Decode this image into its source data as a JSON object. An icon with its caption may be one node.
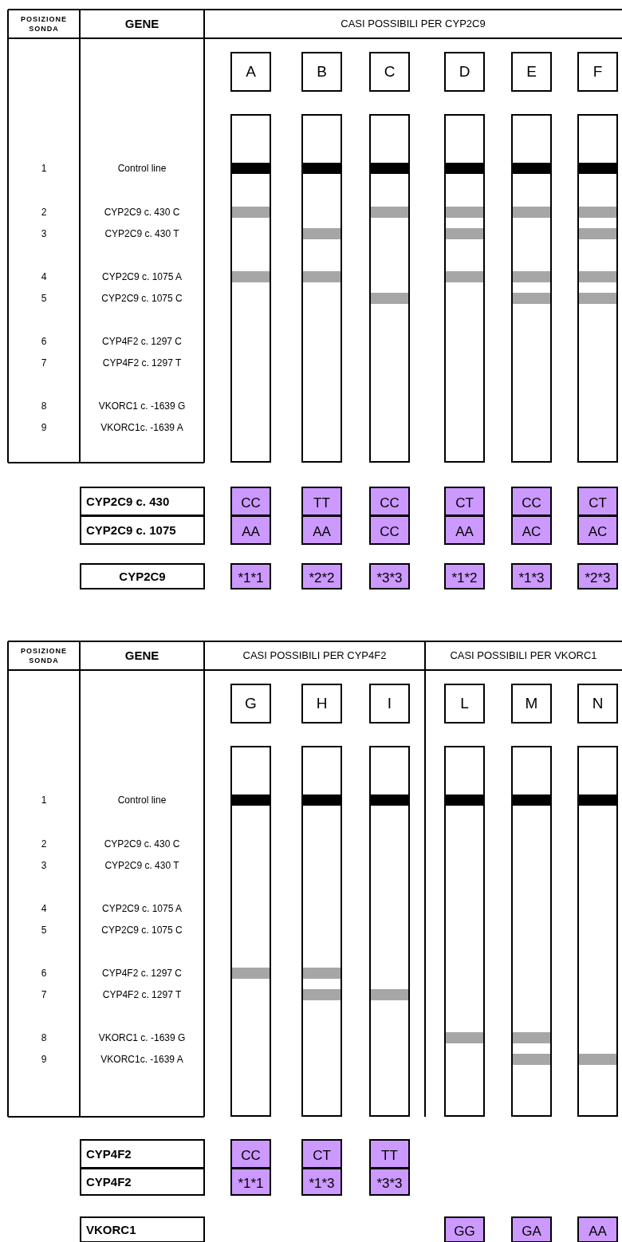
{
  "diagram": {
    "nodes": [
      {
        "text": [
          "A"
        ]
      },
      {
        "text": [
          "B"
        ]
      },
      {
        "text": [
          "C"
        ]
      },
      {
        "text": [
          "D"
        ]
      },
      {
        "text": [
          "E"
        ]
      },
      {
        "text": [
          "F"
        ]
      },
      {
        "text": [],
        "shape": "bar"
      },
      {
        "text": [],
        "shape": "bar",
        "in": 6
      },
      {
        "text": [],
        "shape": "bar",
        "in": 6
      },
      {
        "text": [],
        "shape": "bar",
        "in": 6
      },
      {
        "text": [],
        "shape": "bar"
      },
      {
        "text": [],
        "shape": "bar",
        "in": 10
      },
      {
        "text": [],
        "shape": "bar",
        "in": 10
      },
      {
        "text": [],
        "shape": "bar",
        "in": 10
      },
      {
        "text": [],
        "shape": "bar"
      },
      {
        "text": [],
        "shape": "bar",
        "in": 14
      },
      {
        "text": [],
        "shape": "bar",
        "in": 14
      },
      {
        "text": [],
        "shape": "bar",
        "in": 14
      },
      {
        "text": [],
        "shape": "bar"
      },
      {
        "text": [],
        "shape": "bar",
        "in": 18
      },
      {
        "text": [],
        "shape": "bar",
        "in": 18
      },
      {
        "text": [],
        "shape": "bar",
        "in": 18
      },
      {
        "text": [],
        "shape": "bar",
        "in": 18
      },
      {
        "text": [],
        "shape": "bar"
      },
      {
        "text": [],
        "shape": "bar",
        "in": 23
      },
      {
        "text": [],
        "shape": "bar",
        "in": 23
      },
      {
        "text": [],
        "shape": "bar",
        "in": 23
      },
      {
        "text": [],
        "shape": "bar",
        "in": 23
      },
      {
        "text": [],
        "shape": "bar"
      },
      {
        "text": [],
        "shape": "bar",
        "in": 28
      },
      {
        "text": [],
        "shape": "bar",
        "in": 28
      },
      {
        "text": [],
        "shape": "bar",
        "in": 28
      },
      {
        "text": [],
        "shape": "bar",
        "in": 28
      },
      {
        "text": [],
        "shape": "bar",
        "in": 28
      },
      {
        "text": [
          "CYP2C9 c. 430"
        ]
      },
      {
        "text": [
          "CC"
        ]
      },
      {
        "text": [
          "TT"
        ]
      },
      {
        "text": [
          "CC"
        ]
      },
      {
        "text": [
          "CT"
        ]
      },
      {
        "text": [
          "CC"
        ]
      },
      {
        "text": [
          "CT"
        ]
      },
      {
        "text": [
          "CYP2C9 c. 1075"
        ]
      },
      {
        "text": [
          "AA"
        ]
      },
      {
        "text": [
          "AA"
        ]
      },
      {
        "text": [
          "CC"
        ]
      },
      {
        "text": [
          "AA"
        ]
      },
      {
        "text": [
          "AC"
        ]
      },
      {
        "text": [
          "AC"
        ]
      },
      {
        "text": [
          "CYP2C9"
        ]
      },
      {
        "text": [
          "*1*1"
        ]
      },
      {
        "text": [
          "*2*2"
        ]
      },
      {
        "text": [
          "*3*3"
        ]
      },
      {
        "text": [
          "*1*2"
        ]
      },
      {
        "text": [
          "*1*3"
        ]
      },
      {
        "text": [
          "*2*3"
        ]
      },
      {
        "text": [
          "G"
        ]
      },
      {
        "text": [
          "H"
        ]
      },
      {
        "text": [
          "I"
        ]
      },
      {
        "text": [
          "L"
        ]
      },
      {
        "text": [
          "M"
        ]
      },
      {
        "text": [
          "N"
        ]
      },
      {
        "text": [],
        "shape": "bar"
      },
      {
        "text": [],
        "shape": "bar",
        "in": 61
      },
      {
        "text": [],
        "shape": "bar",
        "in": 61
      },
      {
        "text": [],
        "shape": "bar"
      },
      {
        "text": [],
        "shape": "bar",
        "in": 64
      },
      {
        "text": [],
        "shape": "bar",
        "in": 64
      },
      {
        "text": [],
        "shape": "bar",
        "in": 64
      },
      {
        "text": [],
        "shape": "bar"
      },
      {
        "text": [],
        "shape": "bar",
        "in": 68
      },
      {
        "text": [],
        "shape": "bar",
        "in": 68
      },
      {
        "text": [],
        "shape": "bar"
      },
      {
        "text": [],
        "shape": "bar",
        "in": 71
      },
      {
        "text": [],
        "shape": "bar",
        "in": 71
      },
      {
        "text": [],
        "shape": "bar"
      },
      {
        "text": [],
        "shape": "bar",
        "in": 74
      },
      {
        "text": [],
        "shape": "bar",
        "in": 74
      },
      {
        "text": [],
        "shape": "bar",
        "in": 74
      },
      {
        "text": [],
        "shape": "bar"
      },
      {
        "text": [],
        "shape": "bar",
        "in": 78
      },
      {
        "text": [],
        "shape": "bar",
        "in": 78
      },
      {
        "text": [
          "CYP4F2"
        ]
      },
      {
        "text": [
          "CC"
        ]
      },
      {
        "text": [
          "CT"
        ]
      },
      {
        "text": [
          "TT"
        ]
      },
      {
        "text": [
          "CYP4F2"
        ]
      },
      {
        "text": [
          "*1*1"
        ]
      },
      {
        "text": [
          "*1*3"
        ]
      },
      {
        "text": [
          "*3*3"
        ]
      },
      {
        "text": [
          "VKORC1"
        ]
      },
      {
        "text": [
          "GG"
        ]
      },
      {
        "text": [
          "GA"
        ]
      },
      {
        "text": [
          "AA"
        ]
      }
    ],
    "labels": [
      "POSIZIONE SONDA",
      "GENE",
      "CASI POSSIBILI PER CYP2C9",
      "1",
      "Control line",
      "2",
      "CYP2C9 c. 430 C",
      "3",
      "CYP2C9 c. 430 T",
      "4",
      "CYP2C9 c. 1075 A",
      "5",
      "CYP2C9 c. 1075 C",
      "6",
      "CYP4F2 c. 1297 C",
      "7",
      "CYP4F2 c. 1297 T",
      "8",
      "VKORC1 c. -1639 G",
      "9",
      "VKORC1c. -1639 A",
      "POSIZIONE SONDA",
      "GENE",
      "CASI POSSIBILI PER CYP4F2",
      "CASI POSSIBILI PER VKORC1",
      "1",
      "Control line",
      "2",
      "CYP2C9 c. 430 C",
      "3",
      "CYP2C9 c. 430 T",
      "4",
      "CYP2C9 c. 1075 A",
      "5",
      "CYP2C9 c. 1075 C",
      "6",
      "CYP4F2 c. 1297 C",
      "7",
      "CYP4F2 c. 1297 T",
      "8",
      "VKORC1 c. -1639 G",
      "9",
      "VKORC1c. -1639 A"
    ]
  }
}
